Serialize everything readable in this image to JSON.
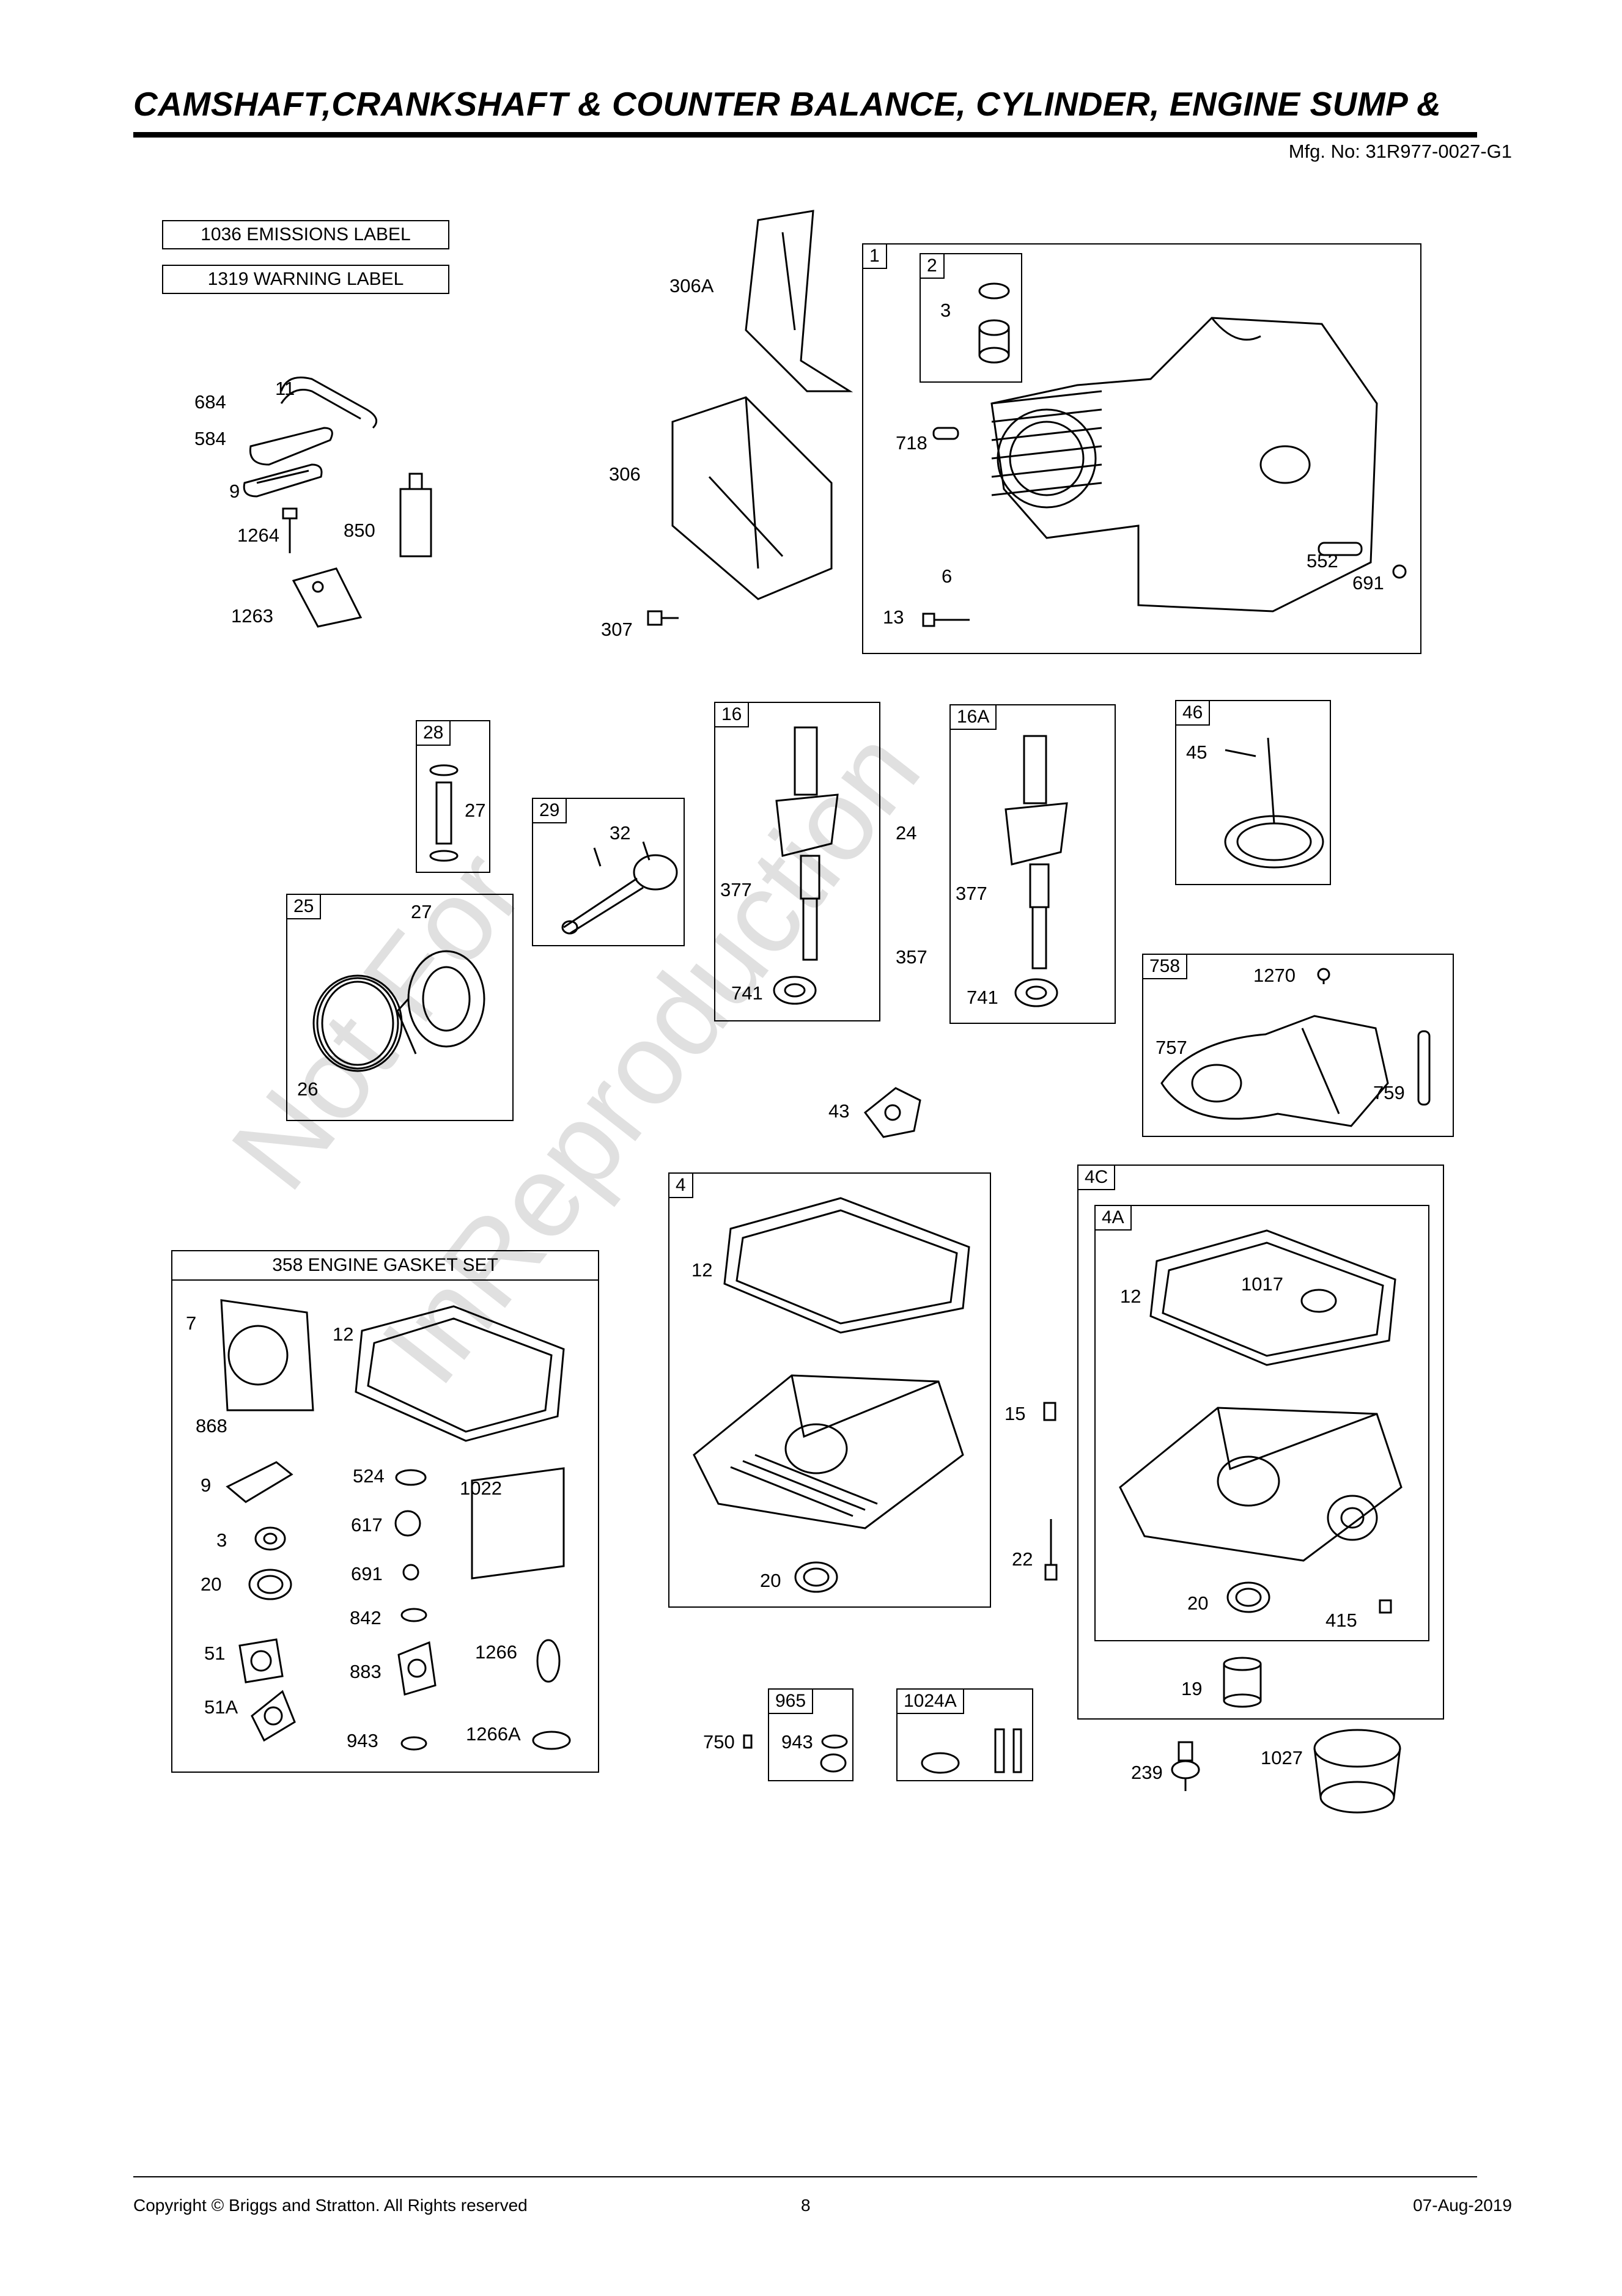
{
  "header": {
    "title": "CAMSHAFT,CRANKSHAFT & COUNTER BALANCE, CYLINDER, ENGINE SUMP &",
    "mfg_no": "Mfg. No: 31R977-0027-G1"
  },
  "label_boxes": {
    "emissions": "1036 EMISSIONS LABEL",
    "warning": "1319 WARNING LABEL"
  },
  "watermark": {
    "line1": "Not For",
    "line2": "InReproduction"
  },
  "group_tags": {
    "g1": "1",
    "g2": "2",
    "g28": "28",
    "g29": "29",
    "g25": "25",
    "g16": "16",
    "g16a": "16A",
    "g46": "46",
    "g758": "758",
    "g4": "4",
    "g4c": "4C",
    "g4a": "4A",
    "g965": "965",
    "g1024a": "1024A"
  },
  "gasket_set_title": "358 ENGINE GASKET SET",
  "callouts": {
    "c684": "684",
    "c11": "11",
    "c584": "584",
    "c9a": "9",
    "c1264": "1264",
    "c850": "850",
    "c1263": "1263",
    "c306a": "306A",
    "c306": "306",
    "c307": "307",
    "c3a": "3",
    "c718": "718",
    "c6": "6",
    "c13": "13",
    "c552": "552",
    "c691a": "691",
    "c27a": "27",
    "c32": "32",
    "c27b": "27",
    "c26": "26",
    "c24": "24",
    "c377a": "377",
    "c357": "357",
    "c741a": "741",
    "c377b": "377",
    "c741b": "741",
    "c45": "45",
    "c1270": "1270",
    "c757": "757",
    "c759": "759",
    "c43": "43",
    "c12a": "12",
    "c15": "15",
    "c22": "22",
    "c20a": "20",
    "c12b": "12",
    "c1017": "1017",
    "c20b": "20",
    "c415": "415",
    "c19": "19",
    "g7": "7",
    "g12": "12",
    "g868": "868",
    "g9": "9",
    "g524": "524",
    "g1022": "1022",
    "g3": "3",
    "g617": "617",
    "g20": "20",
    "g691": "691",
    "g842": "842",
    "g51": "51",
    "g883": "883",
    "g1266": "1266",
    "g51a": "51A",
    "g943": "943",
    "g1266a": "1266A",
    "c750": "750",
    "c943": "943",
    "c239": "239",
    "c1027": "1027"
  },
  "footer": {
    "copyright": "Copyright ©  Briggs and Stratton. All Rights reserved",
    "page": "8",
    "date": "07-Aug-2019"
  }
}
